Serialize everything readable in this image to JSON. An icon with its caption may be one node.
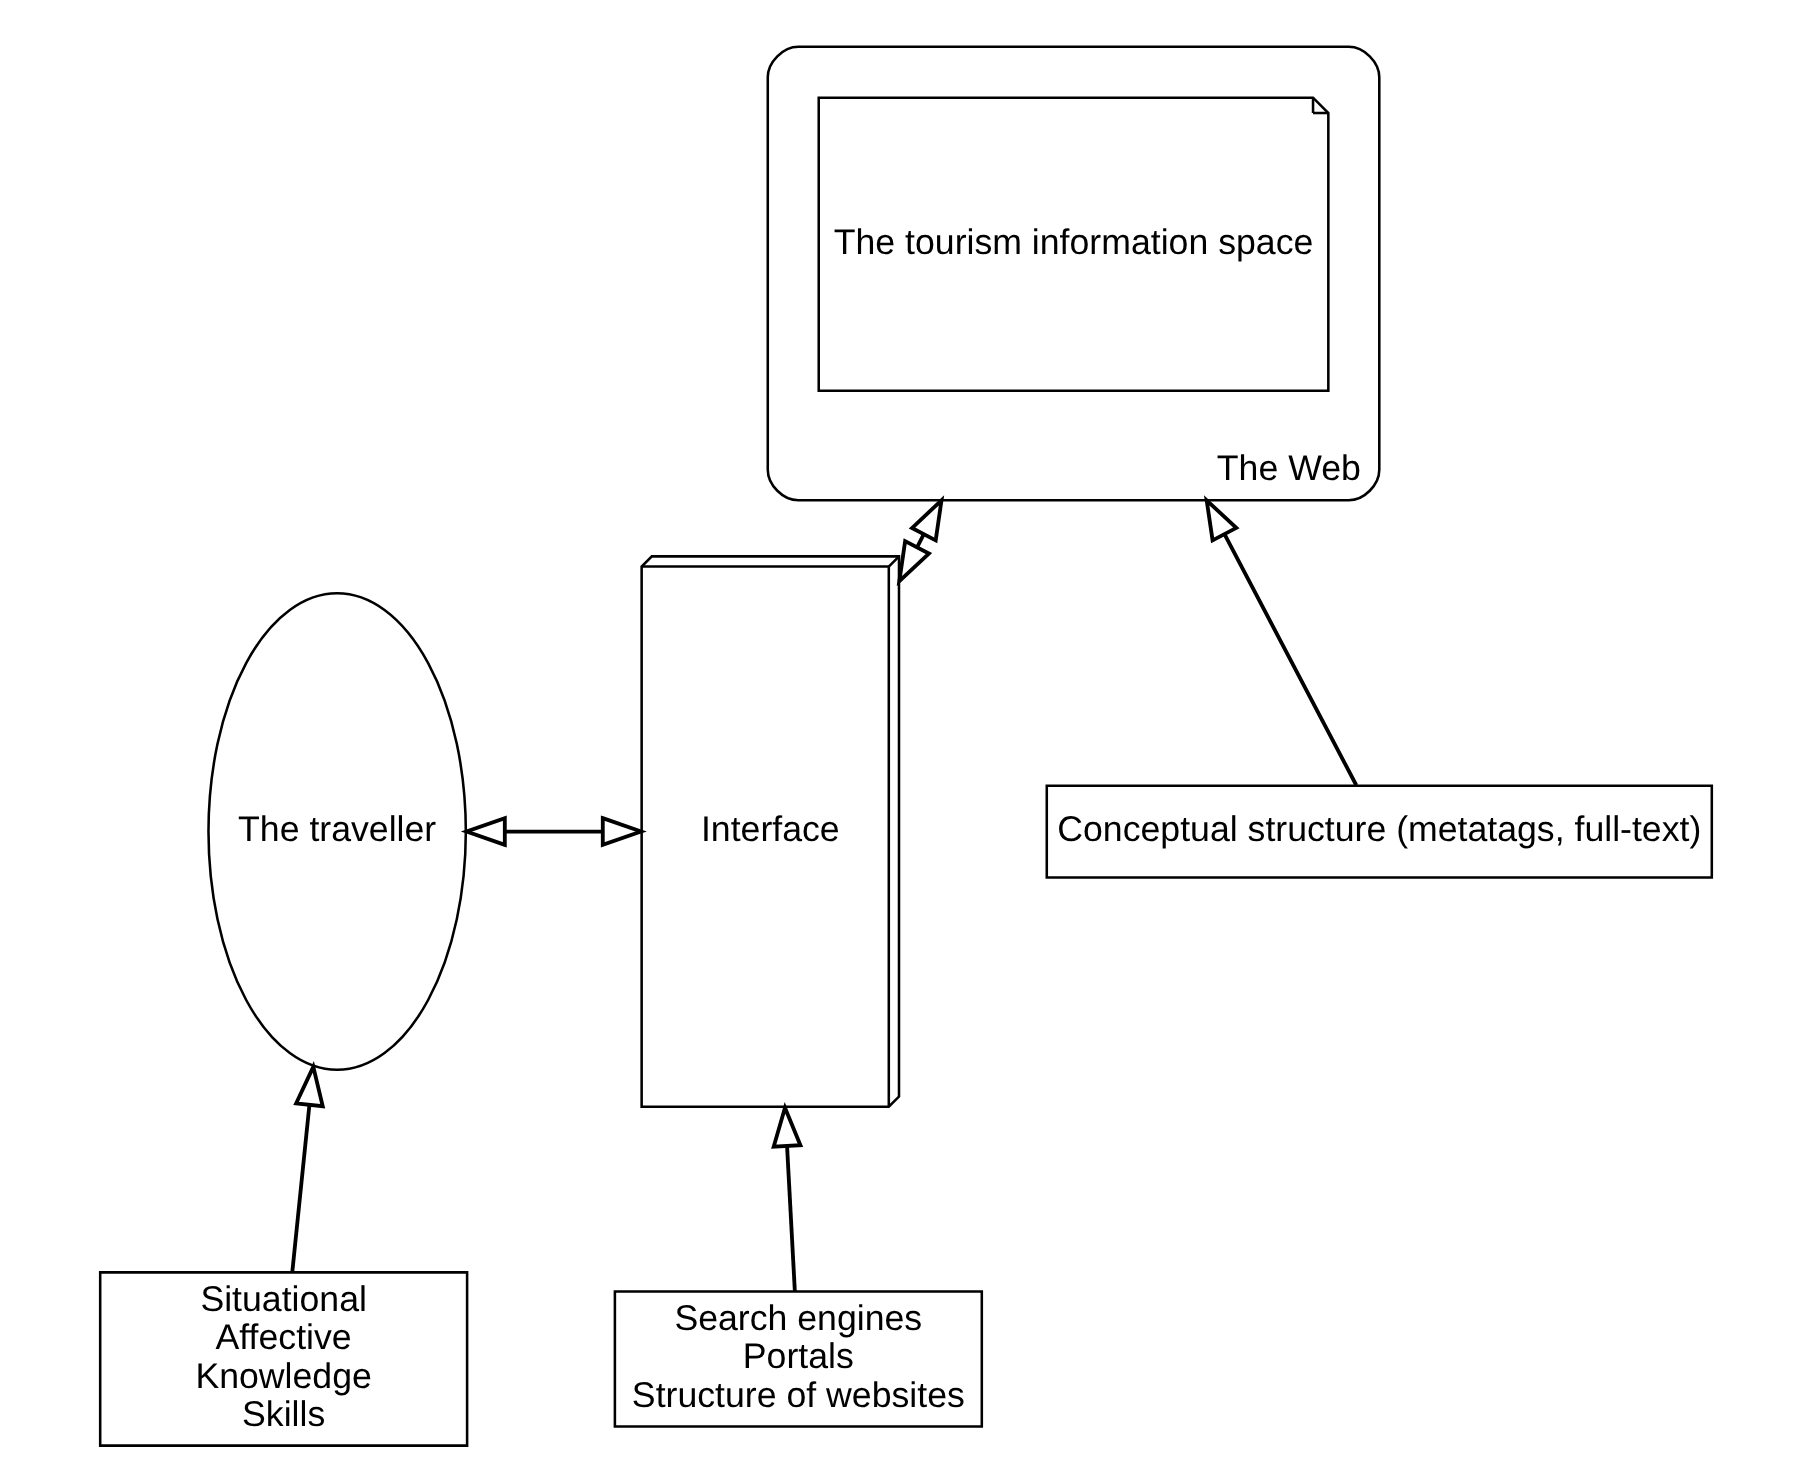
{
  "diagram": {
    "nodes": [
      {
        "text": [
          "The traveller"
        ]
      },
      {
        "text": [
          "Interface"
        ]
      },
      {
        "text": [
          "The Web"
        ]
      },
      {
        "text": [
          "The tourism information space"
        ],
        "in": 2
      },
      {
        "text": [
          "Situational",
          "Affective",
          "Knowledge",
          "Skills"
        ]
      },
      {
        "text": [
          "Search engines",
          "Portals",
          "Structure of websites"
        ]
      },
      {
        "text": [
          "Conceptual structure (metatags, full-text)"
        ]
      }
    ],
    "edges": [
      {
        "from": 0,
        "to": 1,
        "arrow": "both"
      },
      {
        "from": 1,
        "to": 2,
        "arrow": "both"
      },
      {
        "from": 4,
        "to": 0,
        "arrow": "to"
      },
      {
        "from": 5,
        "to": 1,
        "arrow": "to"
      },
      {
        "from": 6,
        "to": 2,
        "arrow": "to"
      }
    ]
  }
}
